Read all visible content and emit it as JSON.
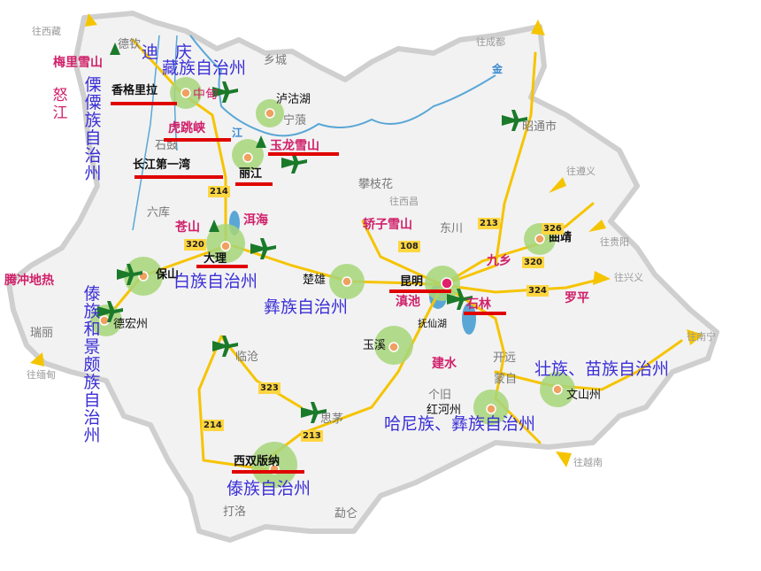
{
  "cities": [
    {
      "id": "deqin",
      "name": "德钦"
    },
    {
      "id": "shangrila",
      "name": "香格里拉"
    },
    {
      "id": "zhongdian",
      "name": "中甸"
    },
    {
      "id": "ninglang",
      "name": "宁蒗"
    },
    {
      "id": "lugu",
      "name": "泸沽湖"
    },
    {
      "id": "shigu",
      "name": "石鼓"
    },
    {
      "id": "lijiang",
      "name": "丽江"
    },
    {
      "id": "liuku",
      "name": "六库"
    },
    {
      "id": "dali",
      "name": "大理"
    },
    {
      "id": "baoshan",
      "name": "保山"
    },
    {
      "id": "dehong",
      "name": "德宏州"
    },
    {
      "id": "ruili",
      "name": "瑞丽"
    },
    {
      "id": "lincang",
      "name": "临沧"
    },
    {
      "id": "simao",
      "name": "思茅"
    },
    {
      "id": "xishuangbanna",
      "name": "西双版纳"
    },
    {
      "id": "daluo",
      "name": "打洛"
    },
    {
      "id": "mengla",
      "name": "勐仑"
    },
    {
      "id": "chuxiong",
      "name": "楚雄"
    },
    {
      "id": "kunming",
      "name": "昆明"
    },
    {
      "id": "dianchi",
      "name": "滇池"
    },
    {
      "id": "fuxian",
      "name": "抚仙湖"
    },
    {
      "id": "yuxi",
      "name": "玉溪"
    },
    {
      "id": "jianshui",
      "name": "建水"
    },
    {
      "id": "gejiu",
      "name": "个旧"
    },
    {
      "id": "kaiyuan",
      "name": "开远"
    },
    {
      "id": "mengzi",
      "name": "蒙自"
    },
    {
      "id": "honghe",
      "name": "红河州"
    },
    {
      "id": "wenshan",
      "name": "文山州"
    },
    {
      "id": "shilin",
      "name": "石林"
    },
    {
      "id": "luoping",
      "name": "罗平"
    },
    {
      "id": "qujing",
      "name": "曲靖"
    },
    {
      "id": "jiuxiang",
      "name": "九乡"
    },
    {
      "id": "dongchuan",
      "name": "东川"
    },
    {
      "id": "panzhihua",
      "name": "攀枝花"
    },
    {
      "id": "zhaotong",
      "name": "昭通市"
    },
    {
      "id": "jiaozi",
      "name": "轿子雪山"
    },
    {
      "id": "meili",
      "name": "梅里雪山"
    },
    {
      "id": "hutiaoxia",
      "name": "虎跳峡"
    },
    {
      "id": "changjiang",
      "name": "长江第一湾"
    },
    {
      "id": "yulong",
      "name": "玉龙雪山"
    },
    {
      "id": "cangshan",
      "name": "苍山"
    },
    {
      "id": "erhai",
      "name": "洱海"
    },
    {
      "id": "tengchong",
      "name": "腾冲地热"
    },
    {
      "id": "xiangcheng",
      "name": "乡城"
    }
  ],
  "directions": [
    {
      "id": "to_xizang",
      "text": "往西藏"
    },
    {
      "id": "to_chengdu",
      "text": "往成都"
    },
    {
      "id": "to_xichang",
      "text": "往西昌"
    },
    {
      "id": "to_guiyang",
      "text": "往贵阳"
    },
    {
      "id": "to_xingyi",
      "text": "往兴义"
    },
    {
      "id": "to_zunyi",
      "text": "往遵义"
    },
    {
      "id": "to_nanning",
      "text": "往南宁"
    },
    {
      "id": "to_yuenan",
      "text": "往越南"
    },
    {
      "id": "to_miandian",
      "text": "往缅甸"
    }
  ],
  "rivers": [
    {
      "id": "jinsha",
      "text": "金"
    },
    {
      "id": "nujiang",
      "text": "怒江"
    },
    {
      "id": "jiang",
      "text": "江"
    }
  ],
  "prefectures": [
    {
      "id": "diqing",
      "text": "迪　庆"
    },
    {
      "id": "zang",
      "text": "藏族自治州"
    },
    {
      "id": "lisu",
      "text": "傈僳族自治州"
    },
    {
      "id": "bai",
      "text": "白族自治州"
    },
    {
      "id": "yi",
      "text": "彝族自治州"
    },
    {
      "id": "daijingpo",
      "text": "傣族和景颇族自治州"
    },
    {
      "id": "zhuangmiao",
      "text": "壮族、苗族自治州"
    },
    {
      "id": "haniyi",
      "text": "哈尼族、彝族自治州"
    },
    {
      "id": "dai",
      "text": "傣族自治州"
    }
  ],
  "roads": [
    "214",
    "320",
    "108",
    "213",
    "326",
    "324",
    "323",
    "213",
    "214",
    "320"
  ]
}
